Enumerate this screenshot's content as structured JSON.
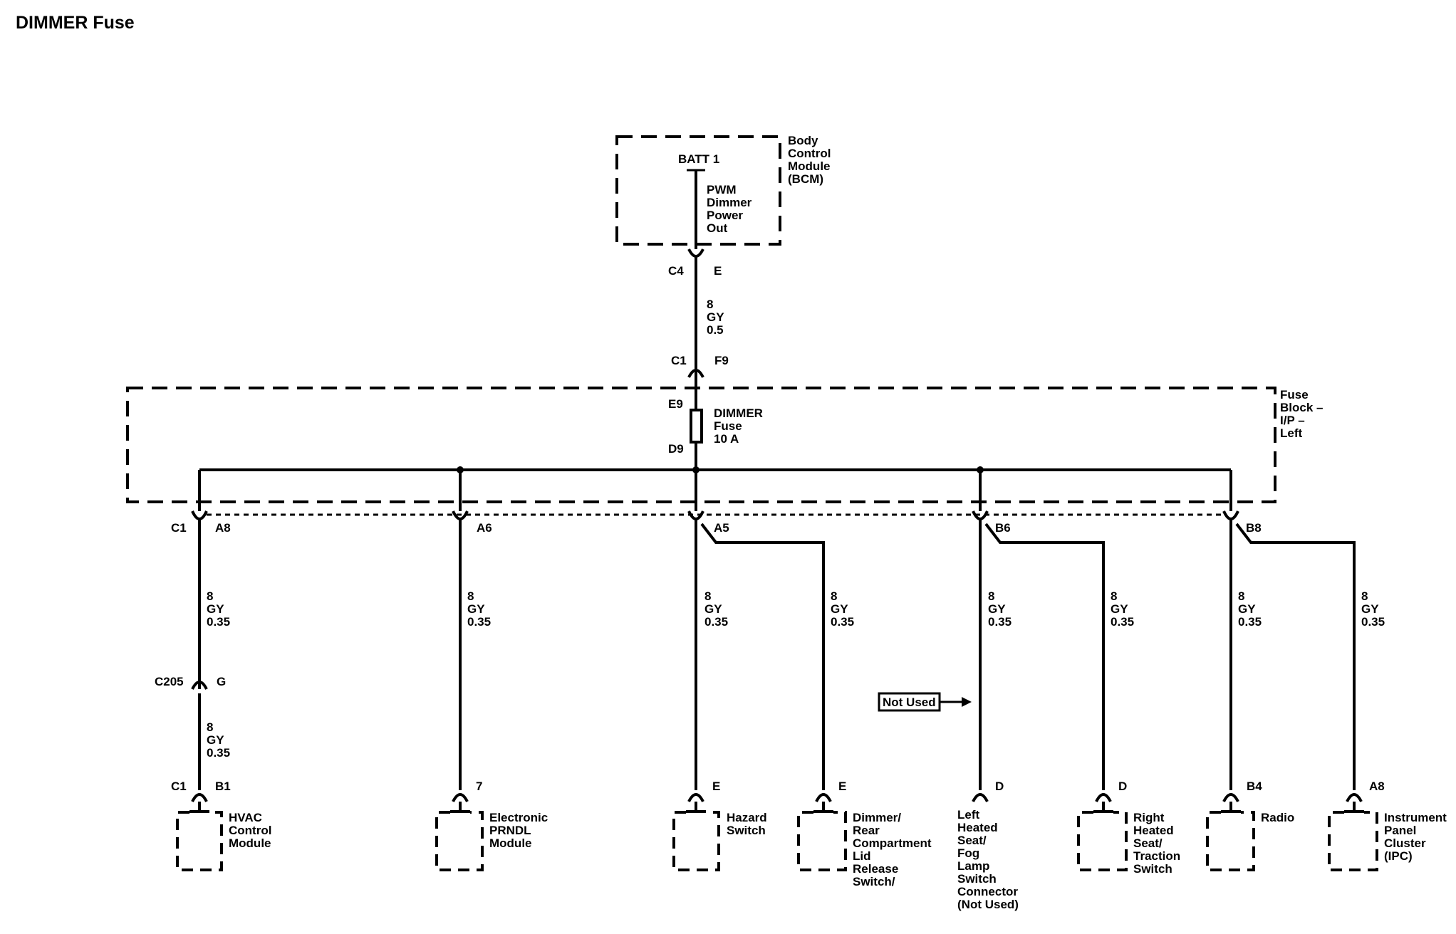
{
  "title": "DIMMER Fuse",
  "bcm": {
    "label": [
      "Body",
      "Control",
      "Module",
      "(BCM)"
    ],
    "terminal": "BATT 1",
    "circuit": [
      "PWM",
      "Dimmer",
      "Power",
      "Out"
    ]
  },
  "bcm_connector": {
    "conn": "C4",
    "pin": "E"
  },
  "bcm_wire": {
    "gauge": "8",
    "color": "GY",
    "size": "0.5"
  },
  "fuse_in_connector": {
    "conn": "C1",
    "pin": "F9"
  },
  "fuse_block": {
    "label": [
      "Fuse",
      "Block –",
      "I/P –",
      "Left"
    ]
  },
  "fuse": {
    "top": "E9",
    "bottom": "D9",
    "name": [
      "DIMMER",
      "Fuse",
      "10 A"
    ]
  },
  "branches": [
    {
      "conn": "C1",
      "pin": "A8",
      "wire": {
        "gauge": "8",
        "color": "GY",
        "size": "0.35"
      },
      "inline": {
        "conn": "C205",
        "pin": "G",
        "wire": {
          "gauge": "8",
          "color": "GY",
          "size": "0.35"
        }
      },
      "end_conn": "C1",
      "end_pin": "B1",
      "component": [
        "HVAC",
        "Control",
        "Module"
      ]
    },
    {
      "pin": "A6",
      "wire": {
        "gauge": "8",
        "color": "GY",
        "size": "0.35"
      },
      "end_pin": "7",
      "component": [
        "Electronic",
        "PRNDL",
        "Module"
      ]
    },
    {
      "pin": "A5",
      "wire": {
        "gauge": "8",
        "color": "GY",
        "size": "0.35"
      },
      "end_pin": "E",
      "component": [
        "Hazard",
        "Switch"
      ]
    },
    {
      "wire": {
        "gauge": "8",
        "color": "GY",
        "size": "0.35"
      },
      "end_pin": "E",
      "component": [
        "Dimmer/",
        "Rear",
        "Compartment",
        "Lid",
        "Release",
        "Switch/"
      ]
    },
    {
      "pin": "B6",
      "wire": {
        "gauge": "8",
        "color": "GY",
        "size": "0.35"
      },
      "end_pin": "D",
      "component": [
        "Left",
        "Heated",
        "Seat/",
        "Fog",
        "Lamp",
        "Switch",
        "Connector",
        "(Not Used)"
      ]
    },
    {
      "wire": {
        "gauge": "8",
        "color": "GY",
        "size": "0.35"
      },
      "end_pin": "D",
      "component": [
        "Right",
        "Heated",
        "Seat/",
        "Traction",
        "Switch"
      ]
    },
    {
      "pin": "B8",
      "wire": {
        "gauge": "8",
        "color": "GY",
        "size": "0.35"
      },
      "end_pin": "B4",
      "component": [
        "Radio"
      ]
    },
    {
      "wire": {
        "gauge": "8",
        "color": "GY",
        "size": "0.35"
      },
      "end_pin": "A8",
      "component": [
        "Instrument",
        "Panel",
        "Cluster",
        "(IPC)"
      ]
    }
  ],
  "not_used_label": "Not Used"
}
